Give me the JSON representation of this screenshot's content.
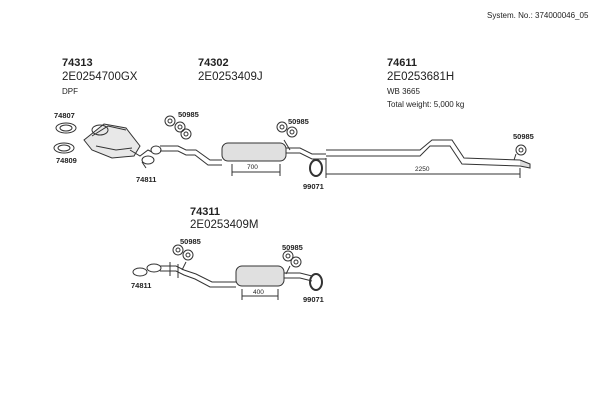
{
  "header": {
    "system_text": "System. No.: 374000046_05"
  },
  "groups": {
    "g74313": {
      "number": "74313",
      "code": "2E0254700GX",
      "note": "DPF"
    },
    "g74302": {
      "number": "74302",
      "code": "2E0253409J"
    },
    "g74611": {
      "number": "74611",
      "code": "2E0253681H",
      "note": "WB 3665",
      "weight": "Total weight: 5,000 kg"
    },
    "g74311": {
      "number": "74311",
      "code": "2E0253409M"
    }
  },
  "parts": {
    "p74807": "74807",
    "p74809": "74809",
    "p74811_top": "74811",
    "p50985_a": "50985",
    "p50985_b": "50985",
    "p50985_c": "50985",
    "p99071_top": "99071",
    "p50985_d": "50985",
    "p50985_e": "50985",
    "p74811_bottom": "74811",
    "p99071_bottom": "99071"
  },
  "dimensions": {
    "d700": "700",
    "d2250": "2250",
    "d400": "400"
  }
}
